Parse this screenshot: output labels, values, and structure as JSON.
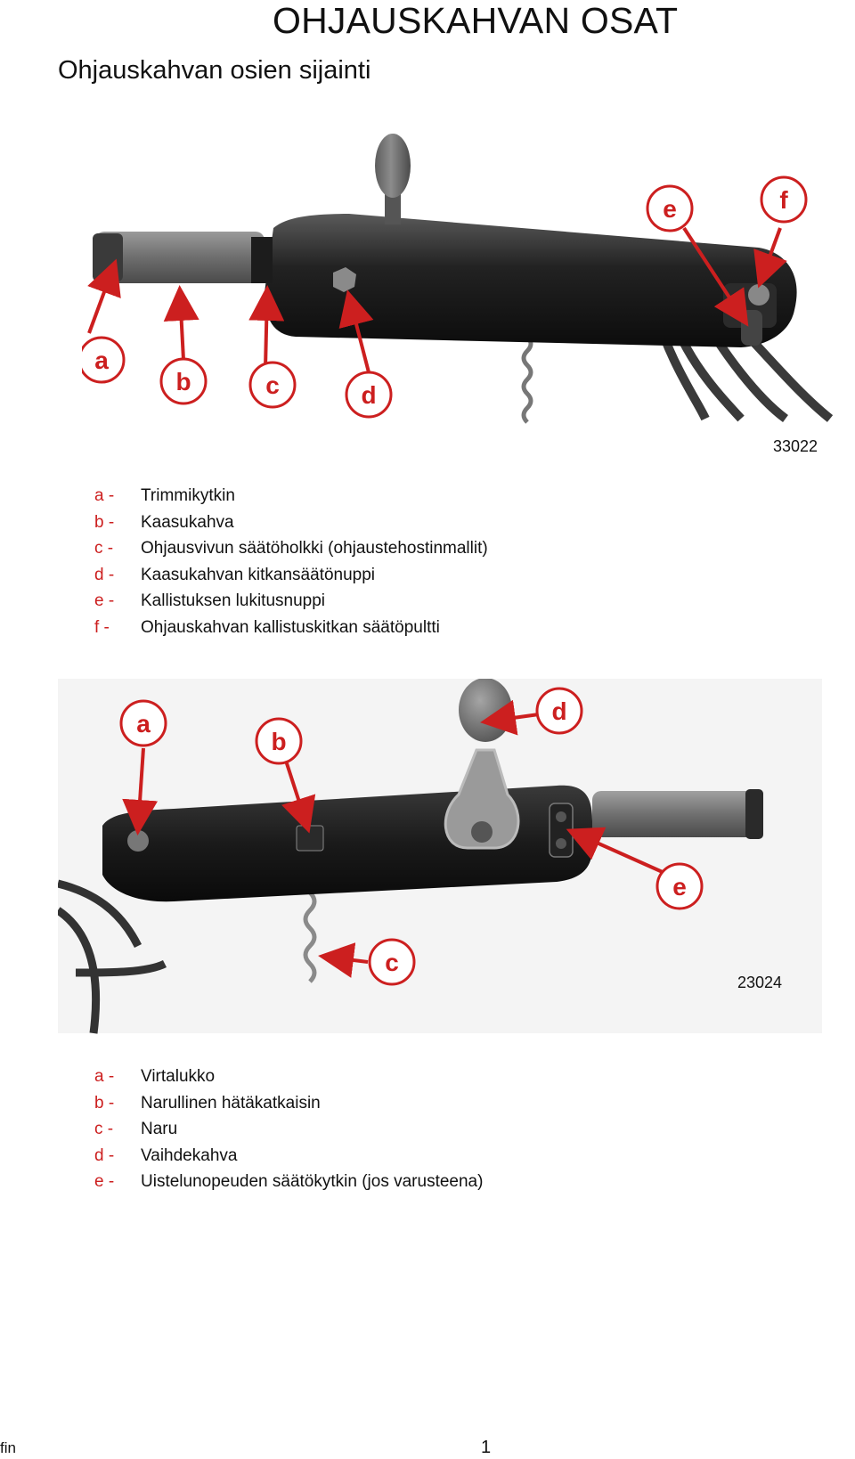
{
  "title": "OHJAUSKAHVAN OSAT",
  "subtitle": "Ohjauskahvan osien sijainti",
  "figure1": {
    "number": "33022",
    "callouts": [
      "a",
      "b",
      "c",
      "d",
      "e",
      "f"
    ],
    "legend": [
      {
        "key": "a -",
        "text": "Trimmikytkin"
      },
      {
        "key": "b -",
        "text": "Kaasukahva"
      },
      {
        "key": "c -",
        "text": "Ohjausvivun säätöholkki (ohjaustehostinmallit)"
      },
      {
        "key": "d -",
        "text": "Kaasukahvan kitkansäätönuppi"
      },
      {
        "key": "e -",
        "text": "Kallistuksen lukitusnuppi"
      },
      {
        "key": "f -",
        "text": "Ohjauskahvan kallistuskitkan säätöpultti"
      }
    ]
  },
  "figure2": {
    "number": "23024",
    "callouts": [
      "a",
      "b",
      "c",
      "d",
      "e"
    ],
    "legend": [
      {
        "key": "a -",
        "text": "Virtalukko"
      },
      {
        "key": "b -",
        "text": "Narullinen hätäkatkaisin"
      },
      {
        "key": "c -",
        "text": "Naru"
      },
      {
        "key": "d -",
        "text": "Vaihdekahva"
      },
      {
        "key": "e -",
        "text": "Uistelunopeuden säätökytkin (jos varusteena)"
      }
    ]
  },
  "footer": {
    "language": "fin",
    "page": "1"
  },
  "colors": {
    "accent": "#cc1f1f",
    "text": "#111111"
  }
}
